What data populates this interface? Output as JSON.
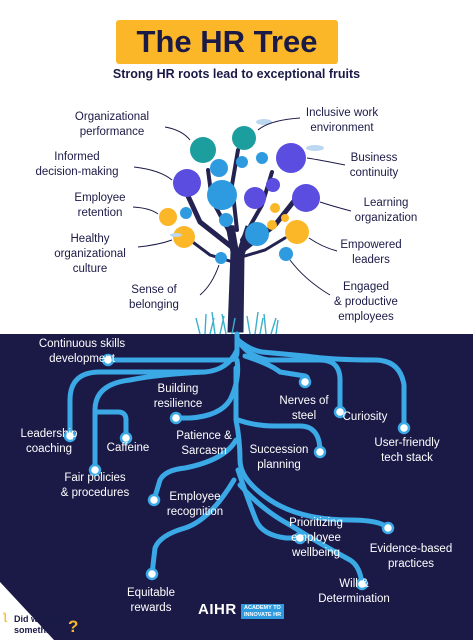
{
  "header": {
    "title": "The HR Tree",
    "subtitle": "Strong HR roots lead to exceptional fruits"
  },
  "fruits": {
    "organizational_performance": "Organizational\nperformance",
    "informed_decision_making": "Informed\ndecision-making",
    "employee_retention": "Employee\nretention",
    "healthy_culture": "Healthy\norganizational\nculture",
    "sense_of_belonging": "Sense of\nbelonging",
    "inclusive_work_environment": "Inclusive work\nenvironment",
    "business_continuity": "Business\ncontinuity",
    "learning_organization": "Learning\norganization",
    "empowered_leaders": "Empowered\nleaders",
    "engaged_employees": "Engaged\n& productive\nemployees"
  },
  "roots": {
    "continuous_skills": "Continuous skills\ndevelopment",
    "building_resilience": "Building\nresilience",
    "nerves_of_steel": "Nerves of\nsteel",
    "curiosity": "Curiosity",
    "user_friendly_tech": "User-friendly\ntech stack",
    "leadership_coaching": "Leadership\ncoaching",
    "caffeine": "Caffeine",
    "patience_sarcasm": "Patience &\nSarcasm",
    "succession_planning": "Succession\nplanning",
    "fair_policies": "Fair policies\n& procedures",
    "employee_recognition": "Employee\nrecognition",
    "prioritizing_wellbeing": "Prioritizing\nemployee\nwellbeing",
    "evidence_based": "Evidence-based\npractices",
    "will_determination": "Will &\nDetermination",
    "equitable_rewards": "Equitable\nrewards"
  },
  "footer": {
    "did_we_miss": "Did we miss\nsomething",
    "logo": "AIHR",
    "logo_tagline": "ACADEMY TO\nINNOVATE HR"
  },
  "colors": {
    "navy": "#1b1a47",
    "teal": "#1d9e9e",
    "blue": "#2e9be0",
    "purple": "#5a4de0",
    "yellow": "#fbb728",
    "cyan": "#3aa9e6",
    "trunk": "#232251"
  }
}
